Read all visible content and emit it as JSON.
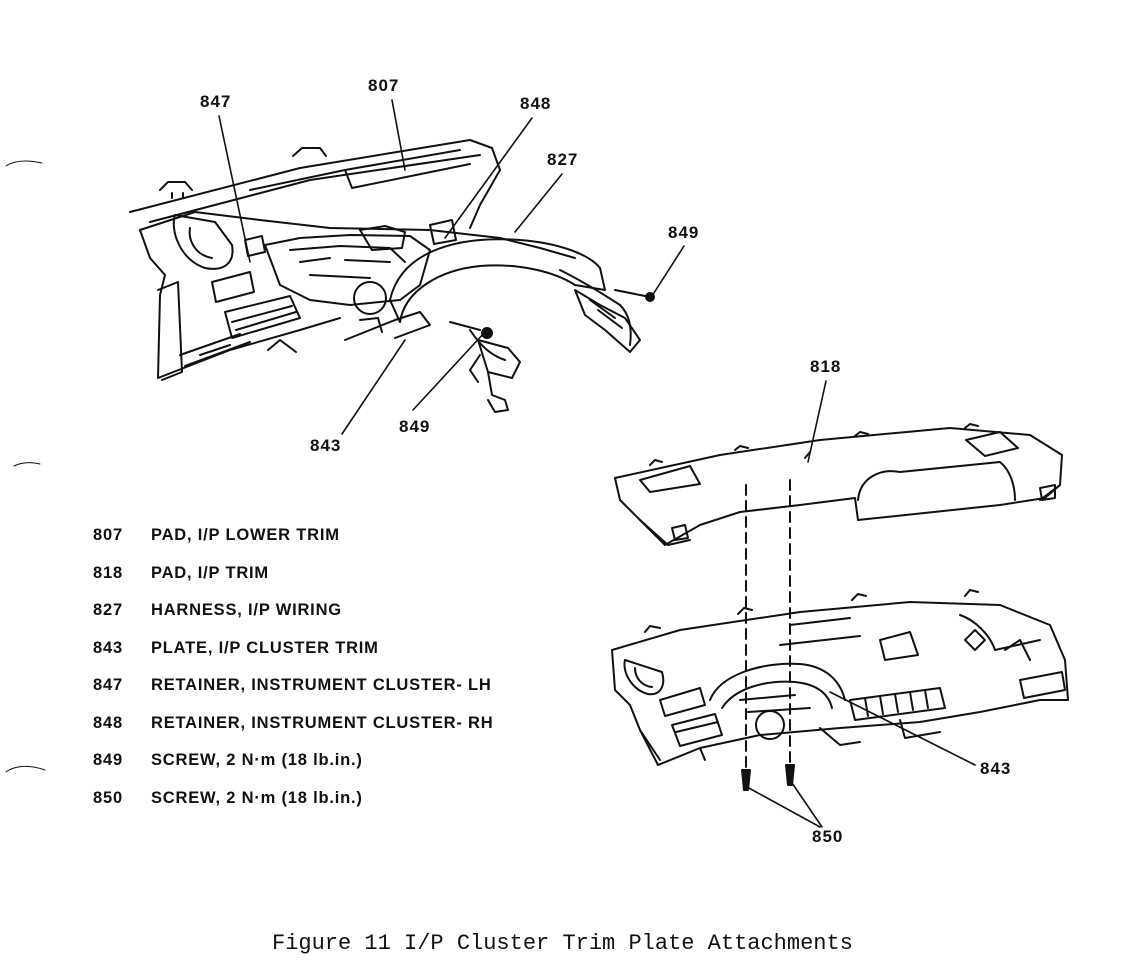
{
  "callouts": {
    "c807": "807",
    "c847": "847",
    "c848": "848",
    "c827": "827",
    "c849_a": "849",
    "c849_b": "849",
    "c843_a": "843",
    "c818": "818",
    "c843_b": "843",
    "c850": "850"
  },
  "legend": [
    {
      "num": "807",
      "desc": "PAD, I/P LOWER TRIM"
    },
    {
      "num": "818",
      "desc": "PAD, I/P TRIM"
    },
    {
      "num": "827",
      "desc": "HARNESS, I/P WIRING"
    },
    {
      "num": "843",
      "desc": "PLATE, I/P CLUSTER TRIM"
    },
    {
      "num": "847",
      "desc": "RETAINER, INSTRUMENT CLUSTER- LH"
    },
    {
      "num": "848",
      "desc": "RETAINER, INSTRUMENT CLUSTER- RH"
    },
    {
      "num": "849",
      "desc": "SCREW, 2 N·m (18 lb.in.)"
    },
    {
      "num": "850",
      "desc": "SCREW, 2 N·m (18 lb.in.)"
    }
  ],
  "caption": "Figure 11 I/P Cluster Trim Plate Attachments",
  "colors": {
    "ink": "#111111",
    "paper": "#ffffff"
  }
}
